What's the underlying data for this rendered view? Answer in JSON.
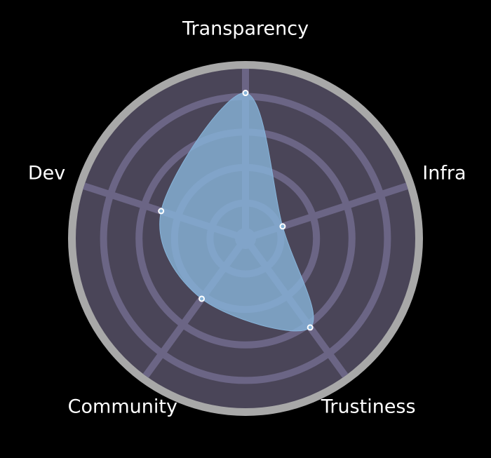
{
  "chart_data": {
    "type": "radar",
    "axes": [
      "Transparency",
      "Infra",
      "Trustiness",
      "Community",
      "Dev"
    ],
    "values": [
      0.82,
      0.22,
      0.62,
      0.42,
      0.5
    ],
    "range": [
      0,
      1
    ],
    "rings": 4,
    "grid": true,
    "legend": "none"
  },
  "colors": {
    "background": "#000000",
    "outer_ring": "#a8a8a8",
    "plot_area": "#4a4558",
    "grid": "#6b6585",
    "fill": "#87b4da",
    "fill_opacity": 0.8,
    "point_stroke": "#ffffff",
    "label": "#ffffff"
  }
}
